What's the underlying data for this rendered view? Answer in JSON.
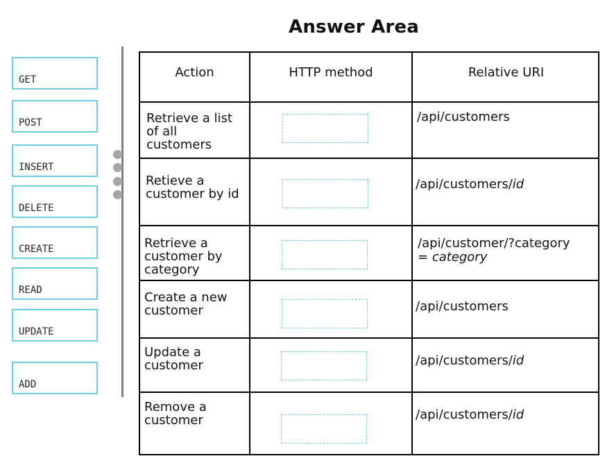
{
  "title": "Answer Area",
  "options": [
    "GET",
    "POST",
    "INSERT",
    "DELETE",
    "CREATE",
    "READ",
    "UPDATE",
    "ADD"
  ],
  "table": {
    "headers": {
      "action": "Action",
      "method": "HTTP method",
      "uri": "Relative URI"
    },
    "rows": [
      {
        "action": [
          "Retrieve a list",
          "of all",
          "customers"
        ],
        "uri_plain": "/api/customers",
        "uri_italic": ""
      },
      {
        "action": [
          "Retieve a",
          "customer by id"
        ],
        "uri_plain": "/api/customers/",
        "uri_italic": "id"
      },
      {
        "action": [
          "Retrieve a",
          "customer by",
          "category"
        ],
        "uri_plain": "/api/customer/?category",
        "uri_line2_plain": "= ",
        "uri_italic": "category"
      },
      {
        "action": [
          "Create a new",
          "customer"
        ],
        "uri_plain": "/api/customers",
        "uri_italic": ""
      },
      {
        "action": [
          "Update a",
          "customer"
        ],
        "uri_plain": "/api/customers/",
        "uri_italic": "id"
      },
      {
        "action": [
          "Remove a",
          "customer"
        ],
        "uri_plain": "/api/customers/",
        "uri_italic": "id"
      }
    ]
  }
}
